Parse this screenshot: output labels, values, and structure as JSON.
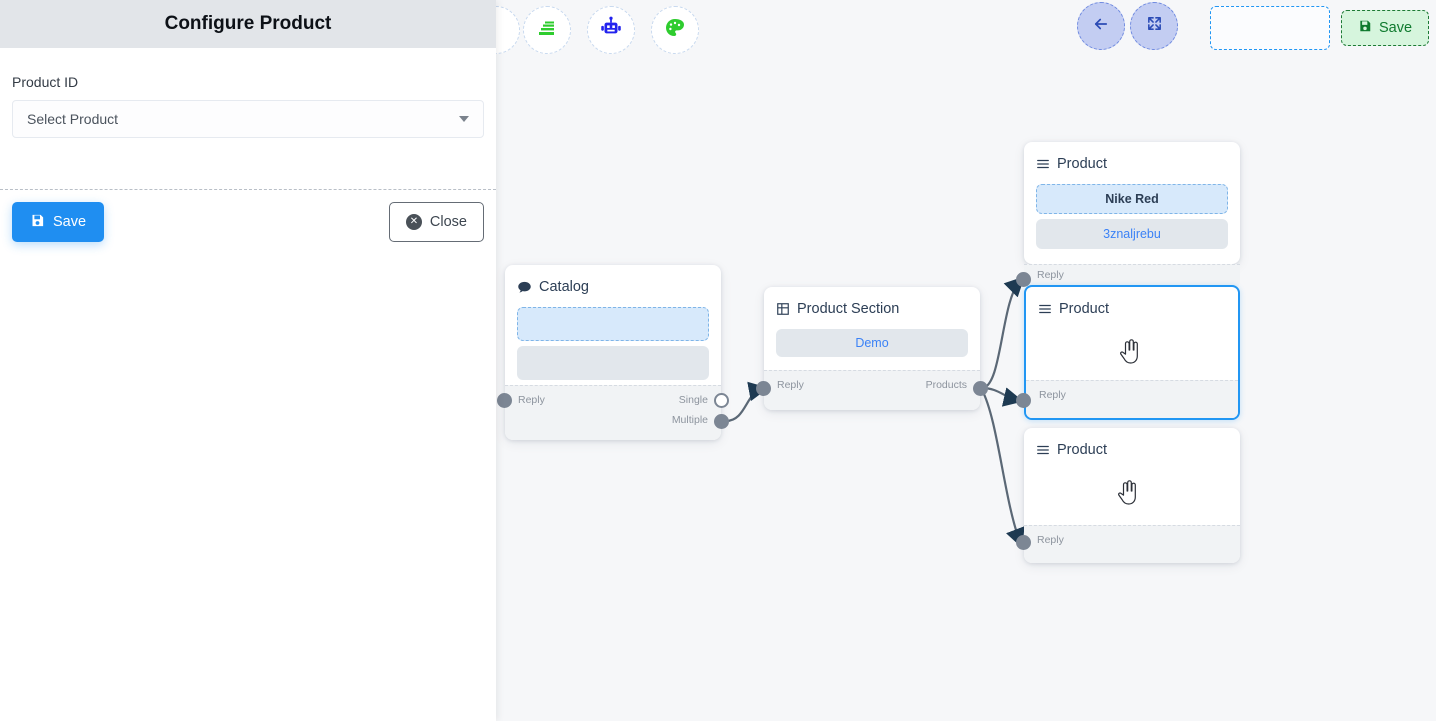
{
  "panel": {
    "title": "Configure Product",
    "field_label": "Product ID",
    "select": {
      "value": "Select Product",
      "caret_icon": "chevron-down-icon"
    },
    "save_label": "Save",
    "close_label": "Close",
    "save_icon": "floppy-disk-icon",
    "close_icon": "close-circle-icon"
  },
  "toolbar": {
    "items": [
      {
        "icon": "layers-stack-icon",
        "color": "#2ecc2e"
      },
      {
        "icon": "robot-icon",
        "color": "#2222ee"
      },
      {
        "icon": "palette-icon",
        "color": "#2ecc2e"
      }
    ],
    "back_icon": "arrow-left-icon",
    "fit_icon": "collapse-arrows-icon",
    "placeholder_label": "",
    "save_label": "Save",
    "save_icon": "floppy-disk-icon"
  },
  "canvas": {
    "nodes": [
      {
        "id": "catalog",
        "title": "Catalog",
        "icon": "chat-bubble-icon",
        "blocks": [
          {
            "text": "",
            "style": "dashed"
          },
          {
            "text": "",
            "style": "grey-plain"
          }
        ],
        "ports": {
          "left": "Reply",
          "right_1": "Single",
          "right_2": "Multiple"
        }
      },
      {
        "id": "product-section",
        "title": "Product Section",
        "icon": "grid-table-icon",
        "blocks": [
          {
            "text": "Demo",
            "style": "demo"
          }
        ],
        "ports": {
          "left": "Reply",
          "right_1": "Products"
        }
      },
      {
        "id": "product-1",
        "title": "Product",
        "icon": "list-lines-icon",
        "blocks": [
          {
            "text": "Nike Red",
            "style": "dashed"
          },
          {
            "text": "3znaljrebu",
            "style": "grey"
          }
        ],
        "ports": {
          "left": "Reply"
        }
      },
      {
        "id": "product-2",
        "title": "Product",
        "icon": "list-lines-icon",
        "selected": true,
        "blocks": [],
        "ports": {
          "left": "Reply"
        }
      },
      {
        "id": "product-3",
        "title": "Product",
        "icon": "list-lines-icon",
        "blocks": [],
        "ports": {
          "left": "Reply"
        }
      }
    ]
  },
  "colors": {
    "accent_blue": "#1f8ef1",
    "selection_blue": "#2196f3",
    "green": "#0f7a2e",
    "edge_gray": "#5b6876",
    "panel_header": "#e2e5e9",
    "canvas_bg": "#f6f7f9"
  }
}
